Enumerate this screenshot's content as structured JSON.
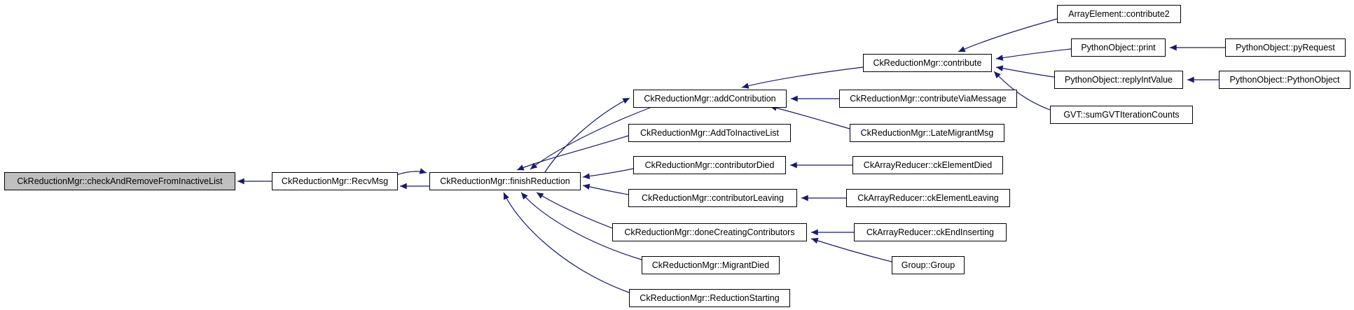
{
  "diagram": {
    "kind": "caller-graph",
    "background_color": "#ffffff",
    "edge_color": "#191970",
    "node_border_color": "#000000",
    "node_fill_color": "#ffffff",
    "highlight_fill_color": "#bfbfbf",
    "nodes": [
      {
        "id": "checkAndRemoveFromInactiveList",
        "label": "CkReductionMgr::checkAndRemoveFromInactiveList",
        "highlighted": true
      },
      {
        "id": "RecvMsg",
        "label": "CkReductionMgr::RecvMsg",
        "highlighted": false
      },
      {
        "id": "finishReduction",
        "label": "CkReductionMgr::finishReduction",
        "highlighted": false
      },
      {
        "id": "addContribution",
        "label": "CkReductionMgr::addContribution",
        "highlighted": false
      },
      {
        "id": "AddToInactiveList",
        "label": "CkReductionMgr::AddToInactiveList",
        "highlighted": false
      },
      {
        "id": "contributorDied",
        "label": "CkReductionMgr::contributorDied",
        "highlighted": false
      },
      {
        "id": "contributorLeaving",
        "label": "CkReductionMgr::contributorLeaving",
        "highlighted": false
      },
      {
        "id": "doneCreatingContributors",
        "label": "CkReductionMgr::doneCreatingContributors",
        "highlighted": false
      },
      {
        "id": "MigrantDied",
        "label": "CkReductionMgr::MigrantDied",
        "highlighted": false
      },
      {
        "id": "ReductionStarting",
        "label": "CkReductionMgr::ReductionStarting",
        "highlighted": false
      },
      {
        "id": "contribute",
        "label": "CkReductionMgr::contribute",
        "highlighted": false
      },
      {
        "id": "contributeViaMessage",
        "label": "CkReductionMgr::contributeViaMessage",
        "highlighted": false
      },
      {
        "id": "LateMigrantMsg",
        "label": "CkReductionMgr::LateMigrantMsg",
        "highlighted": false
      },
      {
        "id": "contribute2",
        "label": "ArrayElement::contribute2",
        "highlighted": false
      },
      {
        "id": "print",
        "label": "PythonObject::print",
        "highlighted": false
      },
      {
        "id": "replyIntValue",
        "label": "PythonObject::replyIntValue",
        "highlighted": false
      },
      {
        "id": "sumGVTIterationCounts",
        "label": "GVT::sumGVTIterationCounts",
        "highlighted": false
      },
      {
        "id": "pyRequest",
        "label": "PythonObject::pyRequest",
        "highlighted": false
      },
      {
        "id": "PythonObject",
        "label": "PythonObject::PythonObject",
        "highlighted": false
      },
      {
        "id": "ckElementDied",
        "label": "CkArrayReducer::ckElementDied",
        "highlighted": false
      },
      {
        "id": "ckElementLeaving",
        "label": "CkArrayReducer::ckElementLeaving",
        "highlighted": false
      },
      {
        "id": "ckEndInserting",
        "label": "CkArrayReducer::ckEndInserting",
        "highlighted": false
      },
      {
        "id": "Group",
        "label": "Group::Group",
        "highlighted": false
      }
    ],
    "edges": [
      {
        "from": "RecvMsg",
        "to": "checkAndRemoveFromInactiveList"
      },
      {
        "from": "RecvMsg",
        "to": "finishReduction"
      },
      {
        "from": "finishReduction",
        "to": "RecvMsg"
      },
      {
        "from": "addContribution",
        "to": "finishReduction"
      },
      {
        "from": "finishReduction",
        "to": "addContribution"
      },
      {
        "from": "AddToInactiveList",
        "to": "finishReduction"
      },
      {
        "from": "contributorDied",
        "to": "finishReduction"
      },
      {
        "from": "contributorLeaving",
        "to": "finishReduction"
      },
      {
        "from": "doneCreatingContributors",
        "to": "finishReduction"
      },
      {
        "from": "MigrantDied",
        "to": "finishReduction"
      },
      {
        "from": "ReductionStarting",
        "to": "finishReduction"
      },
      {
        "from": "contribute",
        "to": "addContribution"
      },
      {
        "from": "contributeViaMessage",
        "to": "addContribution"
      },
      {
        "from": "LateMigrantMsg",
        "to": "addContribution"
      },
      {
        "from": "contribute2",
        "to": "contribute"
      },
      {
        "from": "print",
        "to": "contribute"
      },
      {
        "from": "replyIntValue",
        "to": "contribute"
      },
      {
        "from": "sumGVTIterationCounts",
        "to": "contribute"
      },
      {
        "from": "pyRequest",
        "to": "print"
      },
      {
        "from": "PythonObject",
        "to": "replyIntValue"
      },
      {
        "from": "ckElementDied",
        "to": "contributorDied"
      },
      {
        "from": "ckElementLeaving",
        "to": "contributorLeaving"
      },
      {
        "from": "ckEndInserting",
        "to": "doneCreatingContributors"
      },
      {
        "from": "Group",
        "to": "doneCreatingContributors"
      }
    ]
  }
}
